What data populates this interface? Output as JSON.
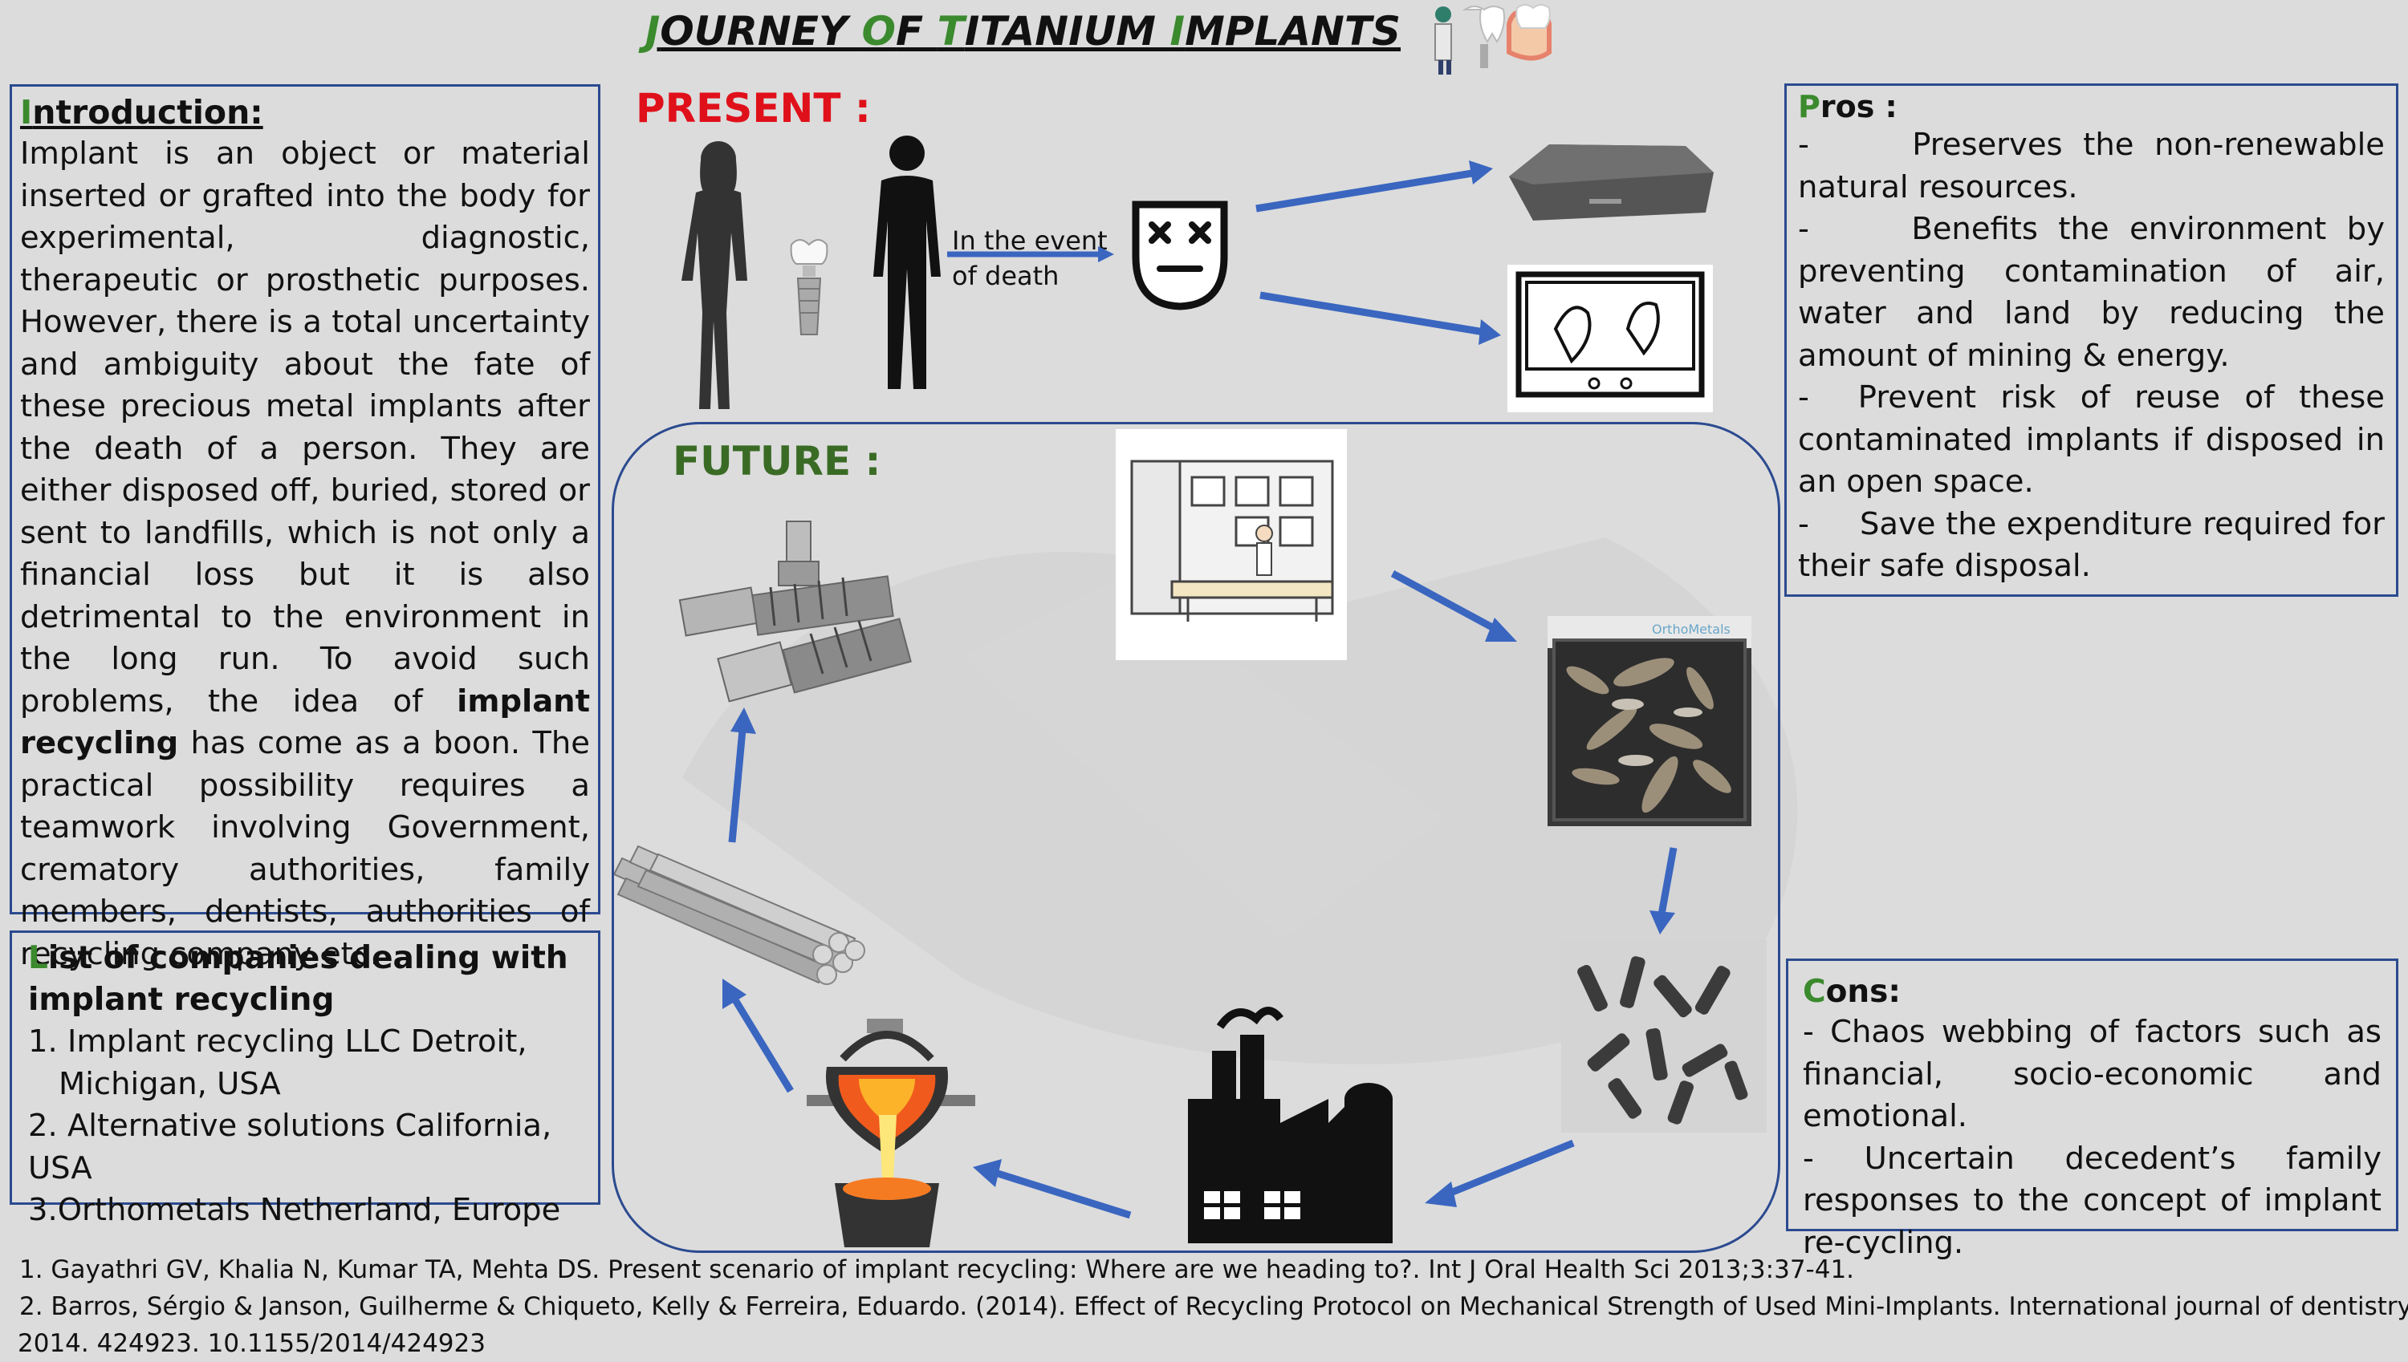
{
  "title": {
    "part1_initial": "J",
    "part1_rest": "OURNEY ",
    "part2_initial": "O",
    "part2_rest": "F ",
    "part3_initial": "T",
    "part3_rest": "ITANIUM ",
    "part4_initial": "I",
    "part4_rest": "MPLANTS"
  },
  "introduction": {
    "heading_initial": "I",
    "heading_rest": "ntroduction:",
    "text_before_bold": "Implant is an object or material inserted or grafted into the body for experimental, diagnostic, therapeutic or prosthetic purposes. However, there is a total uncertainty and ambiguity about the fate of these precious metal implants after the death of a person. They are either disposed off, buried, stored or sent to landfills, which is not only a financial loss but it is also detrimental to the environment in the long run. To avoid such problems, the idea of ",
    "bold_text": "implant recycling",
    "text_after_bold": " has come as a boon. The practical possibility requires a teamwork involving Government, crematory authorities, family members, dentists, authorities of recycling company etc."
  },
  "companies": {
    "heading_initial": "L",
    "heading_rest": "ist of companies dealing with implant recycling",
    "items": [
      "1. Implant recycling LLC Detroit,",
      "Michigan, USA",
      "2. Alternative solutions California, USA",
      "3.Orthometals Netherland, Europe"
    ]
  },
  "present_label": "PRESENT :",
  "future_label": "FUTURE :",
  "event_text_line1": "In the event",
  "event_text_line2": "of death",
  "pros": {
    "heading_initial": "P",
    "heading_rest": "ros :",
    "items": [
      "-     Preserves the non-renewable natural resources.",
      "-     Benefits the environment by preventing contamination of air, water and land by reducing the amount of mining & energy.",
      "-  Prevent risk of reuse of these contaminated implants if disposed in an open space.",
      "-     Save the expenditure required for their safe disposal."
    ]
  },
  "cons": {
    "heading_initial": "C",
    "heading_rest": "ons:",
    "items": [
      "- Chaos webbing of factors such as financial, socio-economic and emotional.",
      "- Uncertain decedent’s family responses to the concept of implant re-cycling."
    ]
  },
  "references": [
    "1. Gayathri GV, Khalia N, Kumar TA, Mehta DS. Present scenario of implant recycling: Where are we heading to?. Int J Oral Health Sci 2013;3:37-41.",
    "2. Barros, Sérgio & Janson, Guilherme & Chiqueto, Kelly & Ferreira, Eduardo. (2014). Effect of Recycling Protocol on Mechanical Strength of Used Mini-Implants. International journal of dentistry.",
    "2014. 424923. 10.1155/2014/424923"
  ],
  "watermark_text": "OrthoMetals",
  "colors": {
    "background": "#dcdcdc",
    "box_border": "#2b4a8f",
    "arrow": "#3a66c0",
    "accent_green": "#3b8a2e",
    "present_red": "#e0101a",
    "future_green": "#3a6b25"
  }
}
